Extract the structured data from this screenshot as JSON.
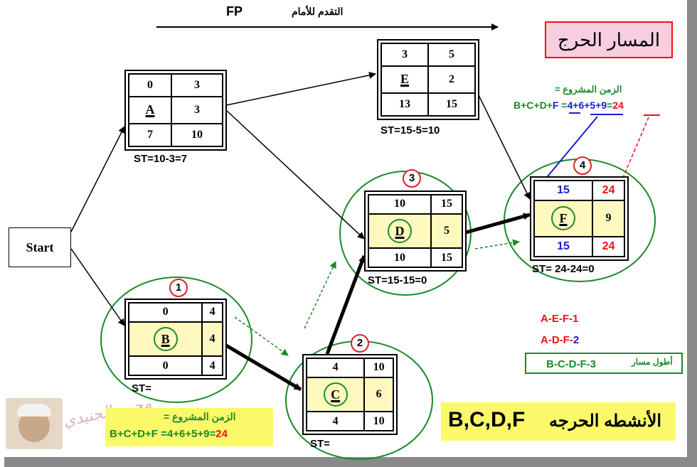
{
  "header": {
    "fp": "FP",
    "forward_label": "التقدم للأمام"
  },
  "title": "المسار الحرج",
  "start": "Start",
  "nodes": {
    "A": {
      "es": "0",
      "ef": "3",
      "letter": "A",
      "dur": "3",
      "ls": "7",
      "lf": "10",
      "st": "ST=10-3=7"
    },
    "B": {
      "badge": "1",
      "es": "0",
      "ef": "4",
      "letter": "B",
      "dur": "4",
      "ls": "0",
      "lf": "4",
      "st": "ST="
    },
    "C": {
      "badge": "2",
      "es": "4",
      "ef": "10",
      "letter": "C",
      "dur": "6",
      "ls": "4",
      "lf": "10",
      "st": "ST="
    },
    "D": {
      "badge": "3",
      "es": "10",
      "ef": "15",
      "letter": "D",
      "dur": "5",
      "ls": "10",
      "lf": "15",
      "st": "ST=15-15=0"
    },
    "E": {
      "es": "3",
      "ef": "5",
      "letter": "E",
      "dur": "2",
      "ls": "13",
      "lf": "15",
      "st": "ST=15-5=10"
    },
    "F": {
      "badge": "4",
      "es": "15",
      "ef": "24",
      "letter": "F",
      "dur": "9",
      "ls": "15",
      "lf": "24",
      "st": "ST= 24-24=0"
    }
  },
  "project_time_top": {
    "label": "الزمن المشروع =",
    "expr_left": "B+C+D+",
    "expr_f": "F",
    "expr_mid": " =",
    "expr_nums": "4+6+5+9",
    "expr_eq": "=",
    "expr_total": "24"
  },
  "paths": {
    "p1": "A-E-F-1",
    "p2_a": "A-D-F-",
    "p2_b": "2",
    "p3": "B-C-D-F-3",
    "longest": "أطول مسار"
  },
  "project_time_bottom": {
    "label": "الزمن المشروع =",
    "expr": "B+C+D+F =4+6+5+9=",
    "total": "24"
  },
  "critical": {
    "label": "الأنشطه الحرجه",
    "acts": "B,C,D,F"
  },
  "signature": "محمد الجنيدي",
  "colors": {
    "green": "#1a8a2a",
    "red": "#e11111",
    "blue": "#1b1bd6",
    "title_bg": "#f7cde0",
    "yellow": "#fff9c0"
  }
}
